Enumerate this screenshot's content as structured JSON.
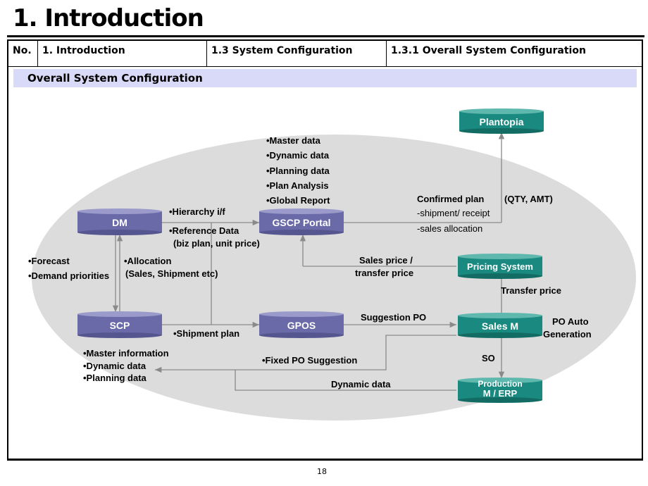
{
  "page": {
    "title": "1. Introduction",
    "page_number": "18"
  },
  "header": {
    "col1": "No.",
    "col2": "1. Introduction",
    "col3": "1.3 System Configuration",
    "col4": "1.3.1 Overall System Configuration"
  },
  "section": {
    "title": "Overall System Configuration"
  },
  "nodes": {
    "dm": "DM",
    "gscp": "GSCP Portal",
    "plantopia": "Plantopia",
    "scp": "SCP",
    "gpos": "GPOS",
    "pricing": "Pricing System",
    "sales_m": "Sales M",
    "production_1": "Production",
    "production_2": "M / ERP"
  },
  "labels": {
    "master_data": "•Master data",
    "dynamic_data": "•Dynamic  data",
    "planning_data": "•Planning data",
    "plan_analysis": "•Plan Analysis",
    "global_report": "•Global Report",
    "hierarchy": "•Hierarchy i/f",
    "reference_1": "•Reference Data",
    "reference_2": "(biz plan, unit price)",
    "confirmed": "Confirmed plan",
    "qty_amt": "(QTY, AMT)",
    "shipment_receipt": "-shipment/ receipt",
    "sales_alloc": "-sales allocation",
    "forecast": "•Forecast",
    "demand": "•Demand priorities",
    "allocation_1": "•Allocation",
    "allocation_2": "(Sales, Shipment etc)",
    "sales_price_1": "Sales price /",
    "sales_price_2": "transfer price",
    "transfer_price": "Transfer price",
    "suggestion_po": "Suggestion PO",
    "po_auto_1": "PO Auto",
    "po_auto_2": "Generation",
    "shipment_plan": "•Shipment plan",
    "master_info": "•Master information",
    "dynamic_data_2": "•Dynamic  data",
    "planning_data_2": "•Planning data",
    "fixed_po": "•Fixed PO  Suggestion",
    "so": "SO",
    "dynamic_data_3": "Dynamic  data"
  },
  "colors": {
    "purple_node": "#6a6aa8",
    "teal_node": "#1a8a80",
    "ellipse": "#dcdcdc",
    "section_bar": "#d9d9f8"
  }
}
